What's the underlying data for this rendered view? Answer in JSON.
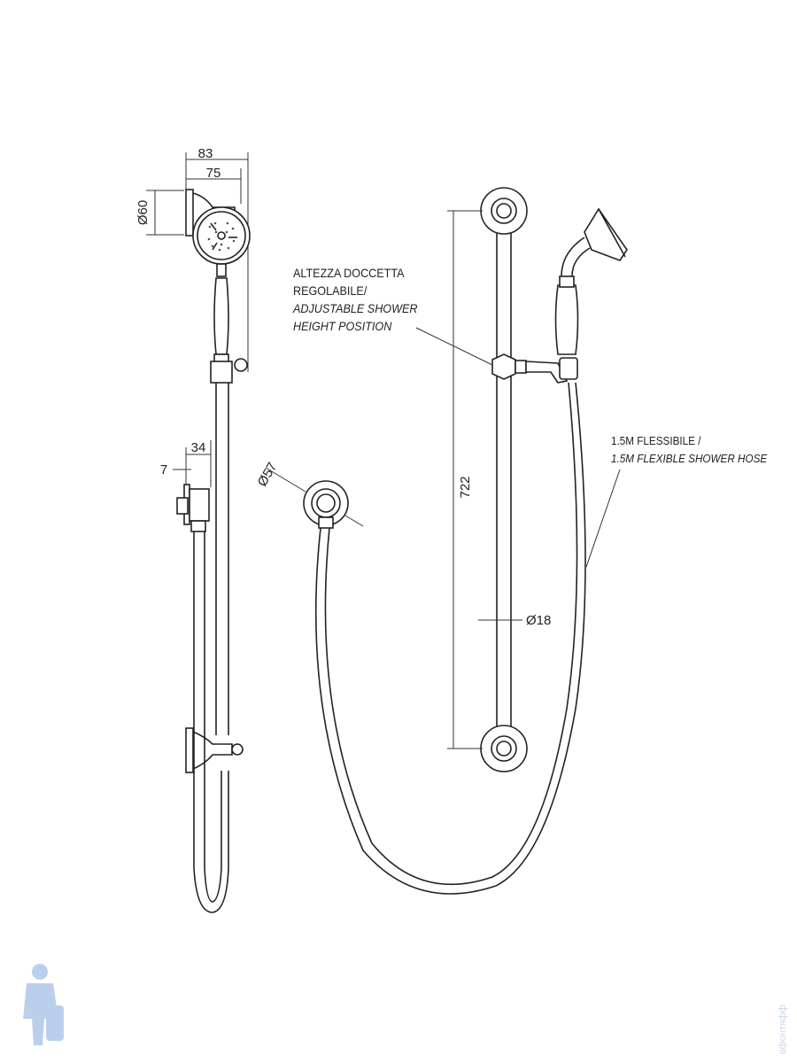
{
  "dimensions": {
    "overall_width": "83",
    "head_width": "75",
    "head_diameter": "Ø60",
    "outlet_depth": "34",
    "outlet_offset": "7",
    "outlet_diameter": "Ø57",
    "rail_length": "722",
    "rail_diameter": "Ø18"
  },
  "labels": {
    "height_it_1": "ALTEZZA DOCCETTA",
    "height_it_2": "REGOLABILE/",
    "height_en_1": "ADJUSTABLE SHOWER",
    "height_en_2": "HEIGHT POSITION",
    "hose_it": "1.5M FLESSIBILE /",
    "hose_en": "1.5M FLEXIBLE SHOWER HOSE"
  },
  "watermark": "афонтяфф",
  "colors": {
    "line": "#222222",
    "watermark": "#a9c4e8"
  }
}
